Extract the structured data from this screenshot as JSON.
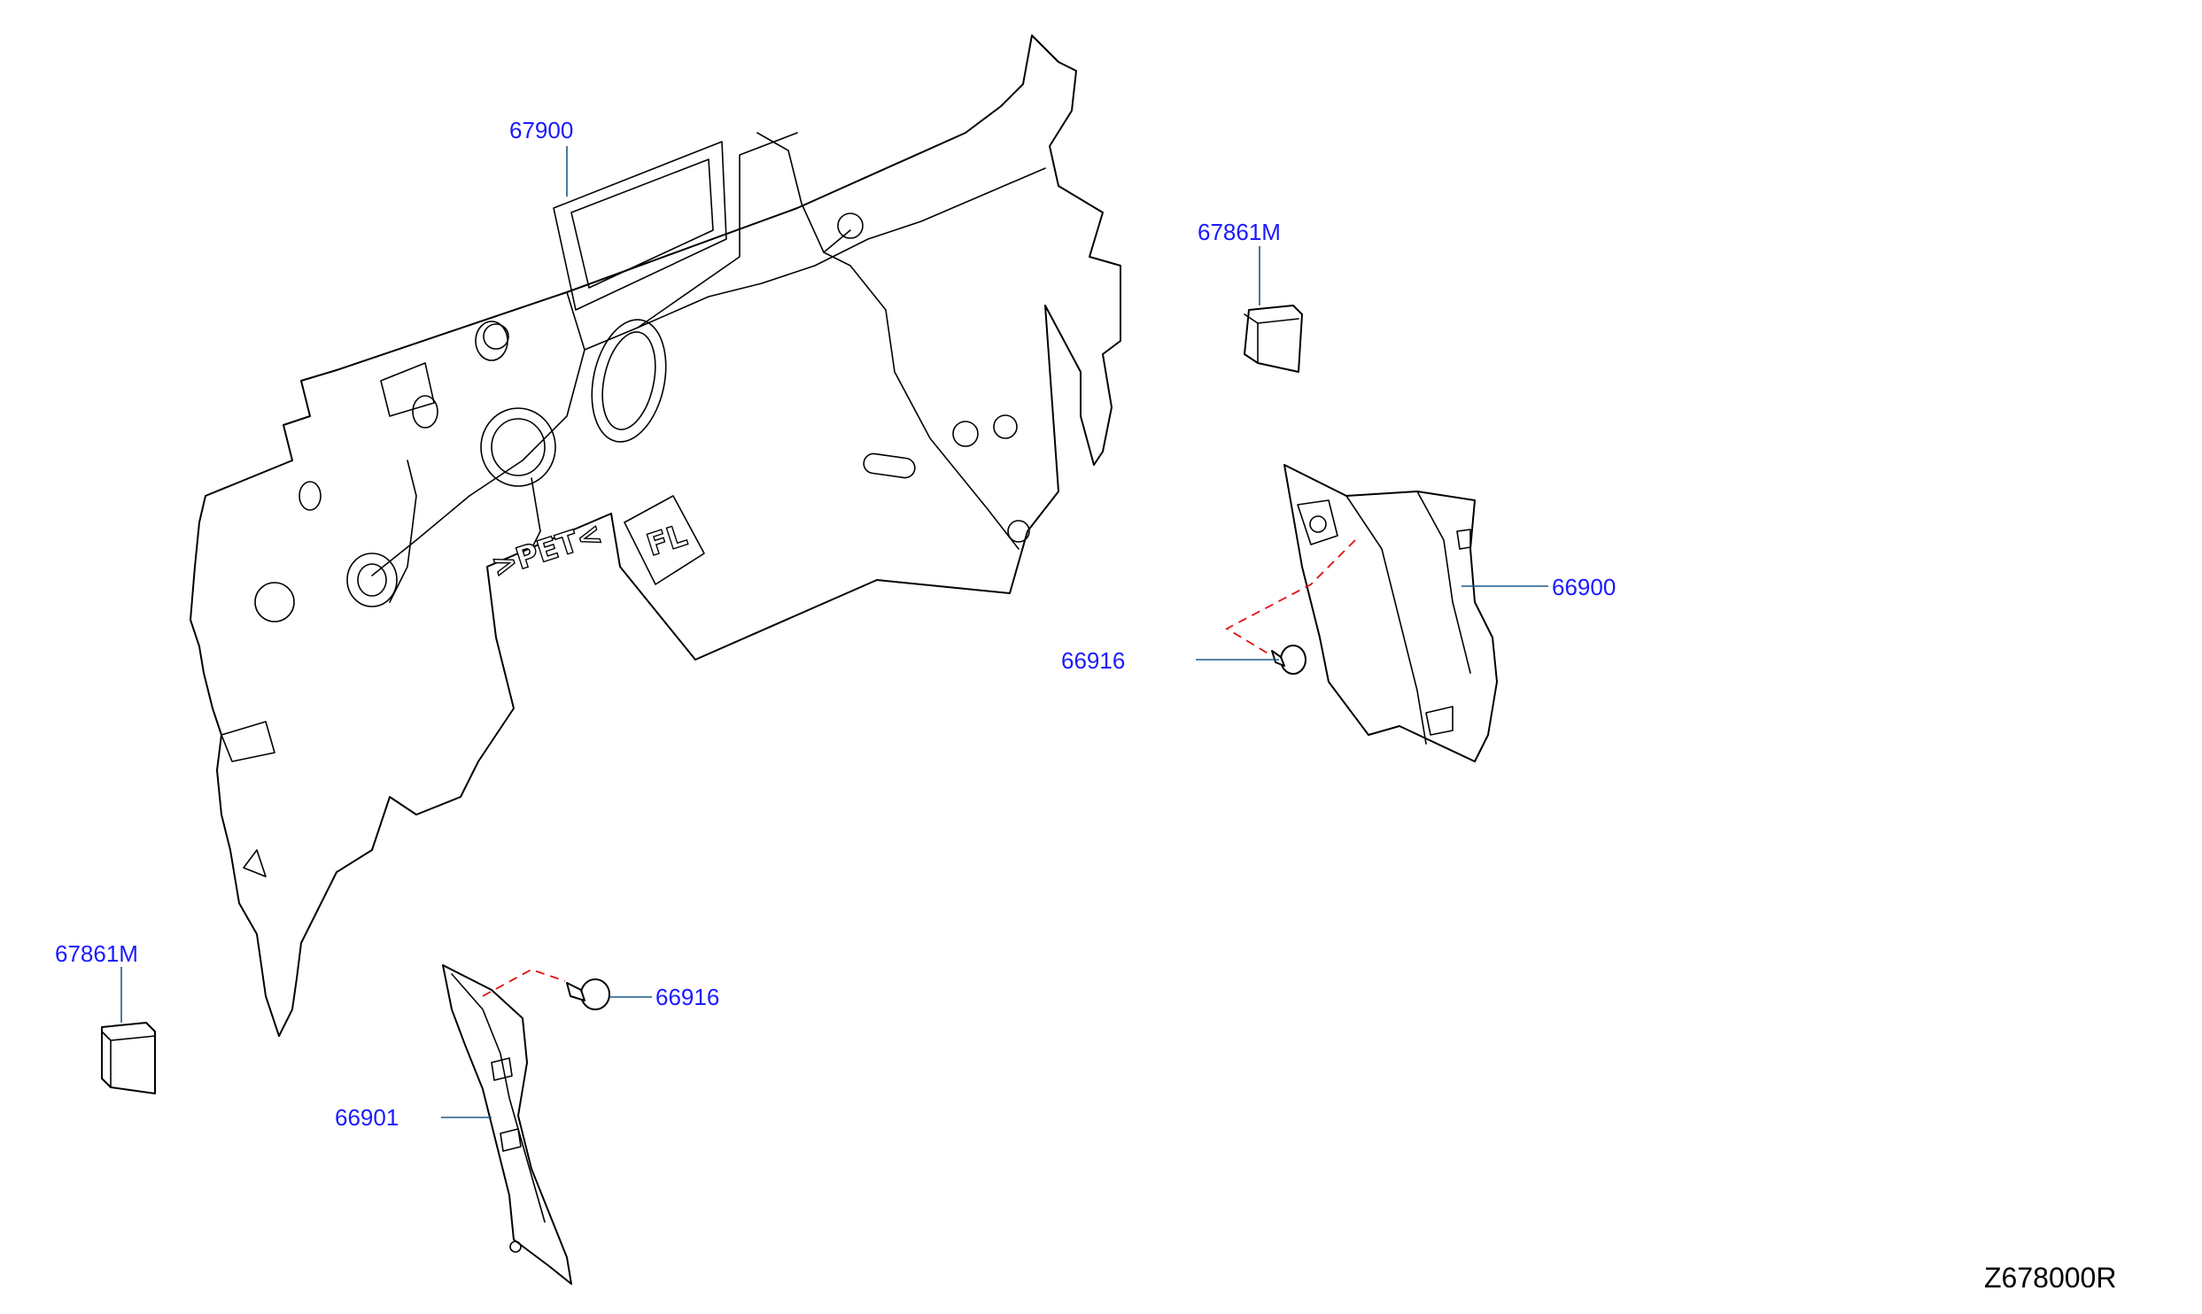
{
  "colors": {
    "label": "#1a1aff",
    "leader": "#1a5a8c",
    "dashed_connector": "#e01010",
    "line_art": "#000000",
    "code": "#000000"
  },
  "labels": {
    "insulator_dash": "67900",
    "clip_upper": "67861M",
    "clip_lower": "67861M",
    "side_trim_right": "66900",
    "clip_66916_upper": "66916",
    "clip_66916_lower": "66916",
    "side_trim_left": "66901"
  },
  "embossed_marks": {
    "material": ">PET<",
    "position": "FL"
  },
  "diagram_code": "Z678000R"
}
